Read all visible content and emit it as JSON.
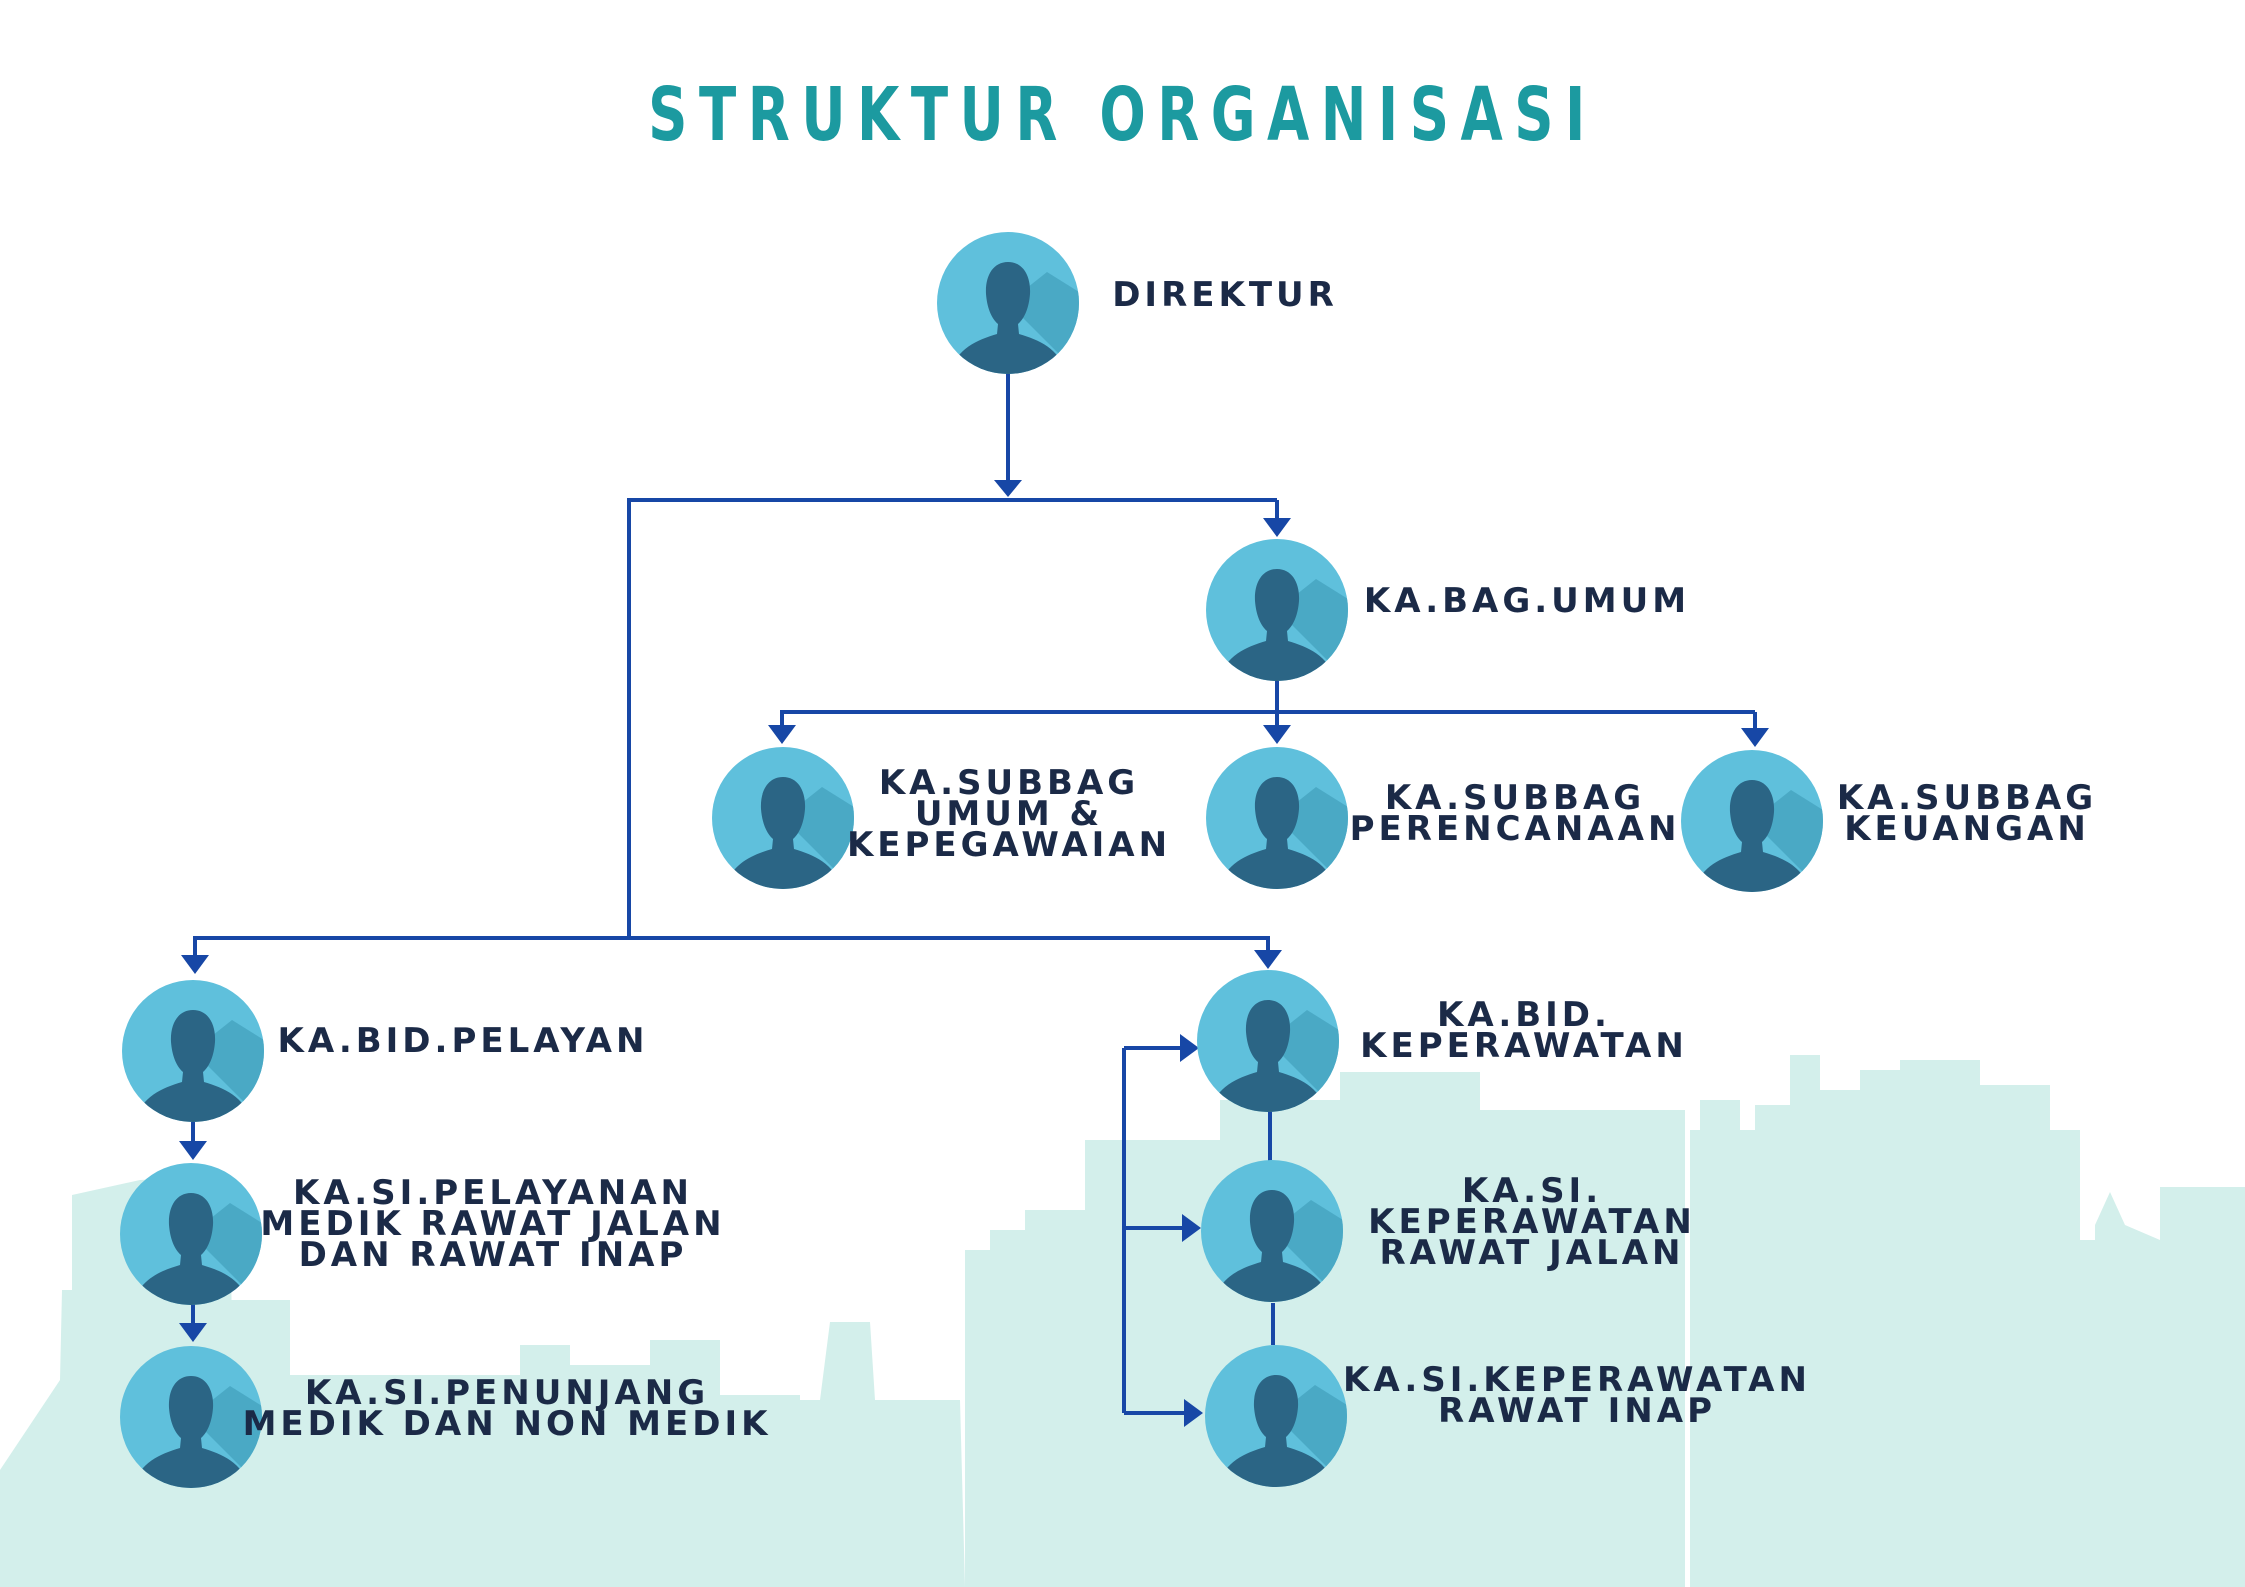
{
  "title": "STRUKTUR ORGANISASI",
  "colors": {
    "title": "#1c9aa0",
    "label": "#1b2a47",
    "connector": "#1747a6",
    "avatar_bg": "#5fc0dc",
    "avatar_shade": "#4aa9c5",
    "silhouette": "#2b6585",
    "skyline": "#d3efeb"
  },
  "avatar_icon": "person-silhouette-icon",
  "nodes": {
    "direktur": {
      "lines": [
        "DIREKTUR"
      ]
    },
    "kabag_umum": {
      "lines": [
        "KA.BAG.UMUM"
      ]
    },
    "subbag_umum": {
      "lines": [
        "KA.SUBBAG",
        "UMUM &",
        "KEPEGAWAIAN"
      ]
    },
    "subbag_perencanaan": {
      "lines": [
        "KA.SUBBAG",
        "PERENCANAAN"
      ]
    },
    "subbag_keuangan": {
      "lines": [
        "KA.SUBBAG",
        "KEUANGAN"
      ]
    },
    "kabid_pelayan": {
      "lines": [
        "KA.BID.PELAYAN"
      ]
    },
    "kasi_pelayanan": {
      "lines": [
        "KA.SI.PELAYANAN",
        "MEDIK RAWAT JALAN",
        "DAN RAWAT INAP"
      ]
    },
    "kasi_penunjang": {
      "lines": [
        "KA.SI.PENUNJANG",
        "MEDIK DAN NON MEDIK"
      ]
    },
    "kabid_keperawatan": {
      "lines": [
        "KA.BID.",
        "KEPERAWATAN"
      ]
    },
    "kasi_kep_jalan": {
      "lines": [
        "KA.SI.",
        "KEPERAWATAN",
        "RAWAT JALAN"
      ]
    },
    "kasi_kep_inap": {
      "lines": [
        "KA.SI.KEPERAWATAN",
        "RAWAT INAP"
      ]
    }
  }
}
